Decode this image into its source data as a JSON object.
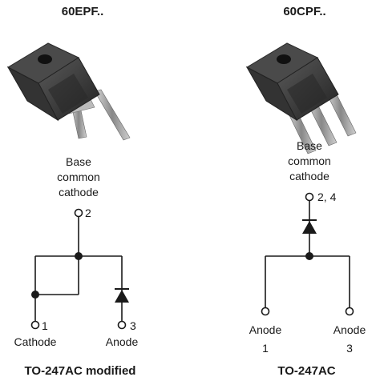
{
  "left": {
    "part_number": "60EPF..",
    "base_label": [
      "Base",
      "common",
      "cathode"
    ],
    "pin_top": "2",
    "pin_left_num": "1",
    "pin_left_name": "Cathode",
    "pin_right_num": "3",
    "pin_right_name": "Anode",
    "package": "TO-247AC modified",
    "package_photo_icon": "to247-two-lead-package-photo"
  },
  "right": {
    "part_number": "60CPF..",
    "base_label": [
      "Base",
      "common",
      "cathode"
    ],
    "pin_top": "2, 4",
    "pin_left_name": "Anode",
    "pin_left_num": "1",
    "pin_right_name": "Anode",
    "pin_right_num": "3",
    "package": "TO-247AC",
    "package_photo_icon": "to247-three-lead-package-photo"
  },
  "colors": {
    "line": "#1a1a1a",
    "package_body": "#3a3a3a",
    "package_tab": "#555555",
    "leads": "#9a9a9a"
  }
}
